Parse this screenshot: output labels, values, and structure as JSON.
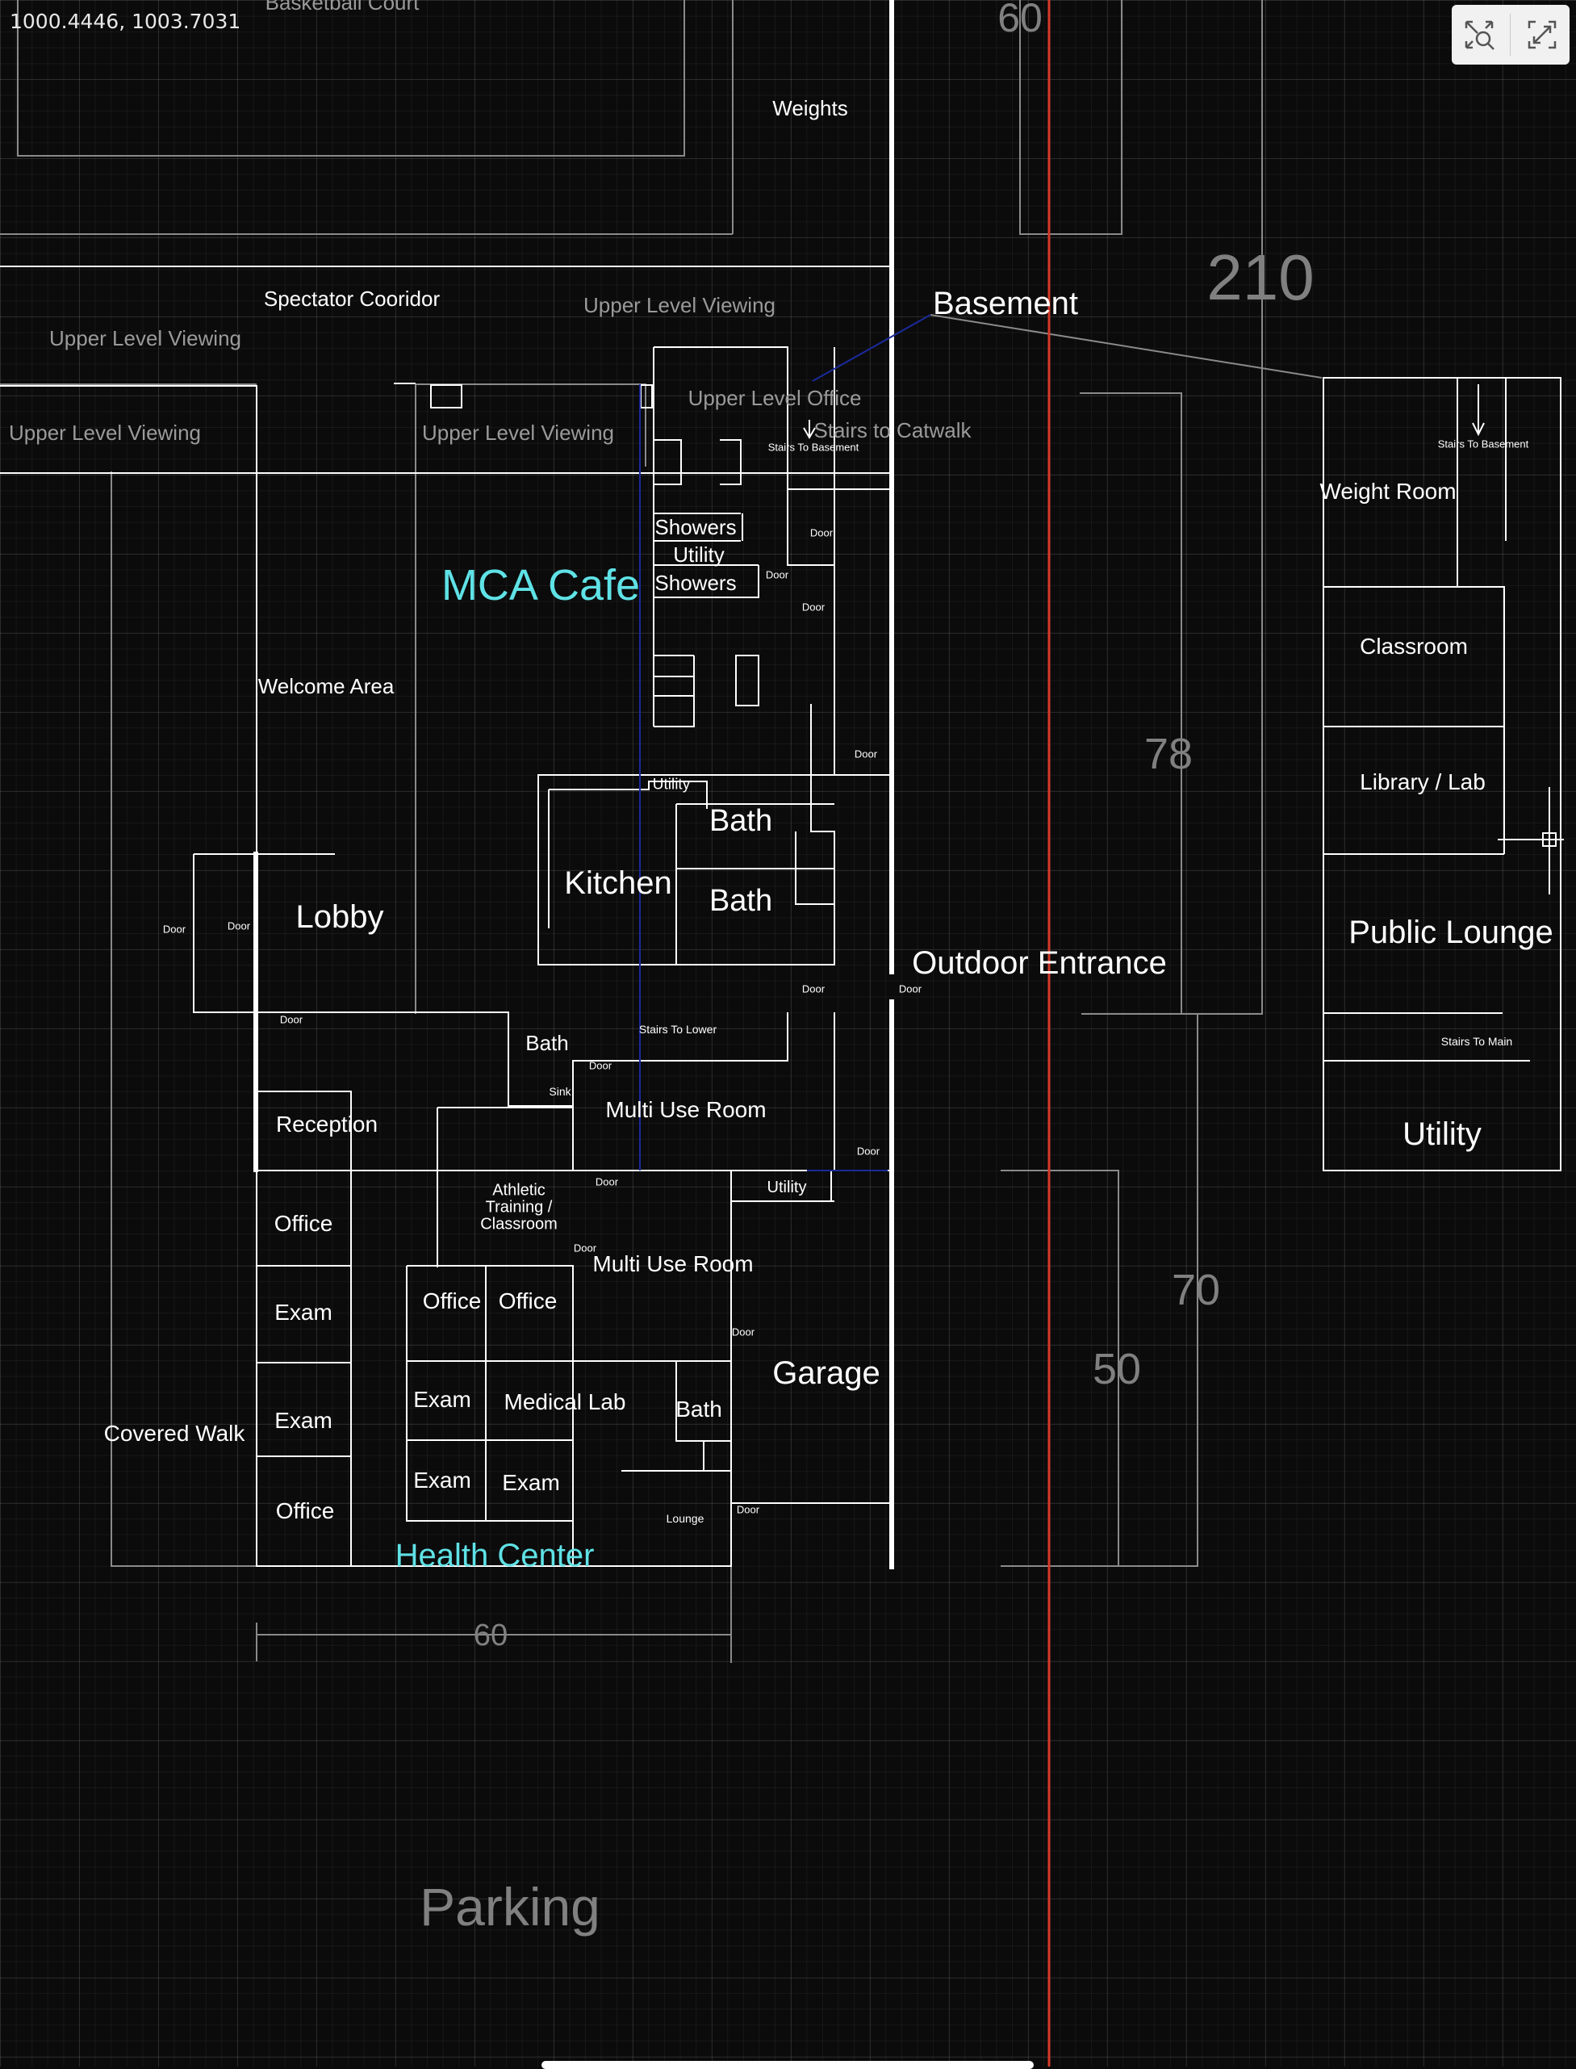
{
  "viewer": {
    "cursor_coordinates": "1000.4446,  1003.7031",
    "toolbar": {
      "zoom_extents_icon": "zoom-extents-icon",
      "fullscreen_icon": "exit-fullscreen-icon"
    }
  },
  "colors": {
    "background": "#0b0b0b",
    "wall": "#ffffff",
    "dimension": "#808080",
    "accent_label": "#5fe2e6",
    "axis_line": "#d33a2a",
    "leader_line": "#1a2a9a"
  },
  "labels": {
    "basketball_court": "Basketball Court",
    "weights": "Weights",
    "spectator_corridor": "Spectator Cooridor",
    "upper_viewing_1": "Upper Level Viewing",
    "upper_viewing_2": "Upper Level Viewing",
    "upper_viewing_3": "Upper Level Viewing",
    "upper_viewing_4": "Upper Level Viewing",
    "basement": "Basement",
    "upper_level_office": "Upper Level Office",
    "stairs_to_catwalk": "Stairs to Catwalk",
    "stairs_to_basement_1": "Stairs To Basement",
    "stairs_to_basement_2": "Stairs To Basement",
    "mca_cafe": "MCA Cafe",
    "showers_1": "Showers",
    "utility_1": "Utility",
    "showers_2": "Showers",
    "welcome_area": "Welcome Area",
    "utility_2": "Utility",
    "bath_1": "Bath",
    "kitchen": "Kitchen",
    "bath_2": "Bath",
    "lobby": "Lobby",
    "outdoor_entrance": "Outdoor Entrance",
    "bath_3": "Bath",
    "stairs_to_lower": "Stairs To Lower",
    "sink": "Sink",
    "multi_use_room_1": "Multi Use Room",
    "reception": "Reception",
    "athletic_training": "Athletic Training / Classroom",
    "utility_3": "Utility",
    "office_1": "Office",
    "multi_use_room_2": "Multi Use Room",
    "office_2": "Office",
    "office_3": "Office",
    "exam_1": "Exam",
    "garage": "Garage",
    "exam_2": "Exam",
    "medical_lab": "Medical Lab",
    "bath_4": "Bath",
    "covered_walk": "Covered Walk",
    "exam_3": "Exam",
    "exam_4": "Exam",
    "office_4": "Office",
    "lounge": "Lounge",
    "health_center": "Health Center",
    "parking": "Parking",
    "weight_room": "Weight Room",
    "classroom": "Classroom",
    "library_lab": "Library / Lab",
    "public_lounge": "Public Lounge",
    "stairs_to_main": "Stairs To Main",
    "utility_4": "Utility",
    "door": "Door"
  },
  "dimensions": {
    "top_60": "60",
    "d210": "210",
    "d78": "78",
    "d70": "70",
    "d50": "50",
    "bottom_60": "60"
  }
}
